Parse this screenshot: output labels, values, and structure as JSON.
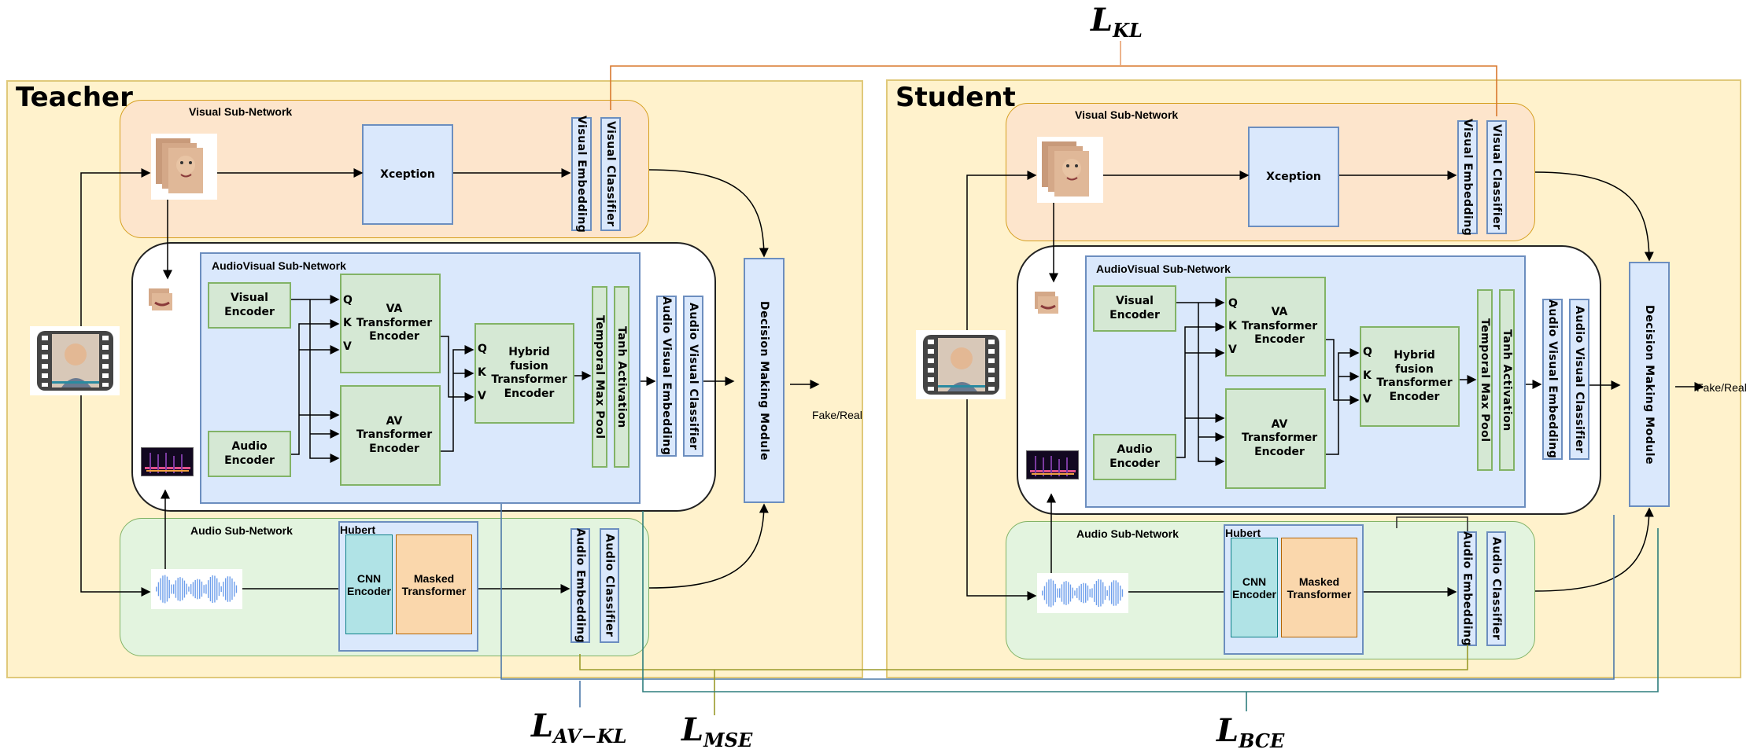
{
  "losses": {
    "kl": {
      "main": "L",
      "sub": "KL"
    },
    "av_kl": {
      "main": "L",
      "sub": "AV−KL"
    },
    "mse": {
      "main": "L",
      "sub": "MSE"
    },
    "bce": {
      "main": "L",
      "sub": "BCE"
    }
  },
  "colors": {
    "kl_line": "#d9782d",
    "av_kl_line": "#4c78a8",
    "mse_line": "#9a9a2a",
    "bce_line": "#2e7d7d"
  },
  "teacher": {
    "title": "Teacher",
    "visual_net": {
      "label": "Visual Sub-Network",
      "backbone": "Xception",
      "embedding": "Visual Embedding",
      "classifier": "Visual Classifier"
    },
    "av_net": {
      "label": "AudioVisual Sub-Network",
      "visual_encoder": "Visual Encoder",
      "audio_encoder": "Audio Encoder",
      "va_encoder": "VA Transformer Encoder",
      "av_encoder": "AV Transformer Encoder",
      "hybrid_encoder": "Hybrid fusion Transformer Encoder",
      "q": "Q",
      "k": "K",
      "v": "V",
      "pool": "Temporal Max Pool",
      "activation": "Tanh Activation",
      "embedding": "Audio Visual Embedding",
      "classifier": "Audio Visual Classifier"
    },
    "audio_net": {
      "label": "Audio Sub-Network",
      "hubert": "Hubert",
      "cnn": "CNN Encoder",
      "masked": "Masked Transformer",
      "embedding": "Audio Embedding",
      "classifier": "Audio Classifier"
    },
    "decision": "Decision Making Module",
    "output": "Fake/Real"
  },
  "student": {
    "title": "Student",
    "visual_net": {
      "label": "Visual Sub-Network",
      "backbone": "Xception",
      "embedding": "Visual Embedding",
      "classifier": "Visual Classifier"
    },
    "av_net": {
      "label": "AudioVisual Sub-Network",
      "visual_encoder": "Visual Encoder",
      "audio_encoder": "Audio Encoder",
      "va_encoder": "VA Transformer Encoder",
      "av_encoder": "AV Transformer Encoder",
      "hybrid_encoder": "Hybrid fusion Transformer Encoder",
      "q": "Q",
      "k": "K",
      "v": "V",
      "pool": "Temporal Max Pool",
      "activation": "Tanh Activation",
      "embedding": "Audio Visual Embedding",
      "classifier": "Audio Visual Classifier"
    },
    "audio_net": {
      "label": "Audio Sub-Network",
      "hubert": "Hubert",
      "cnn": "CNN Encoder",
      "masked": "Masked Transformer",
      "embedding": "Audio Embedding",
      "classifier": "Audio Classifier"
    },
    "decision": "Decision Making Module",
    "output": "Fake/Real"
  },
  "icons": {
    "video": "video-film-icon",
    "face_frames": "face-frames-icon",
    "lip_frames": "lip-frames-icon",
    "spectrogram": "spectrogram-icon",
    "waveform": "waveform-icon"
  }
}
